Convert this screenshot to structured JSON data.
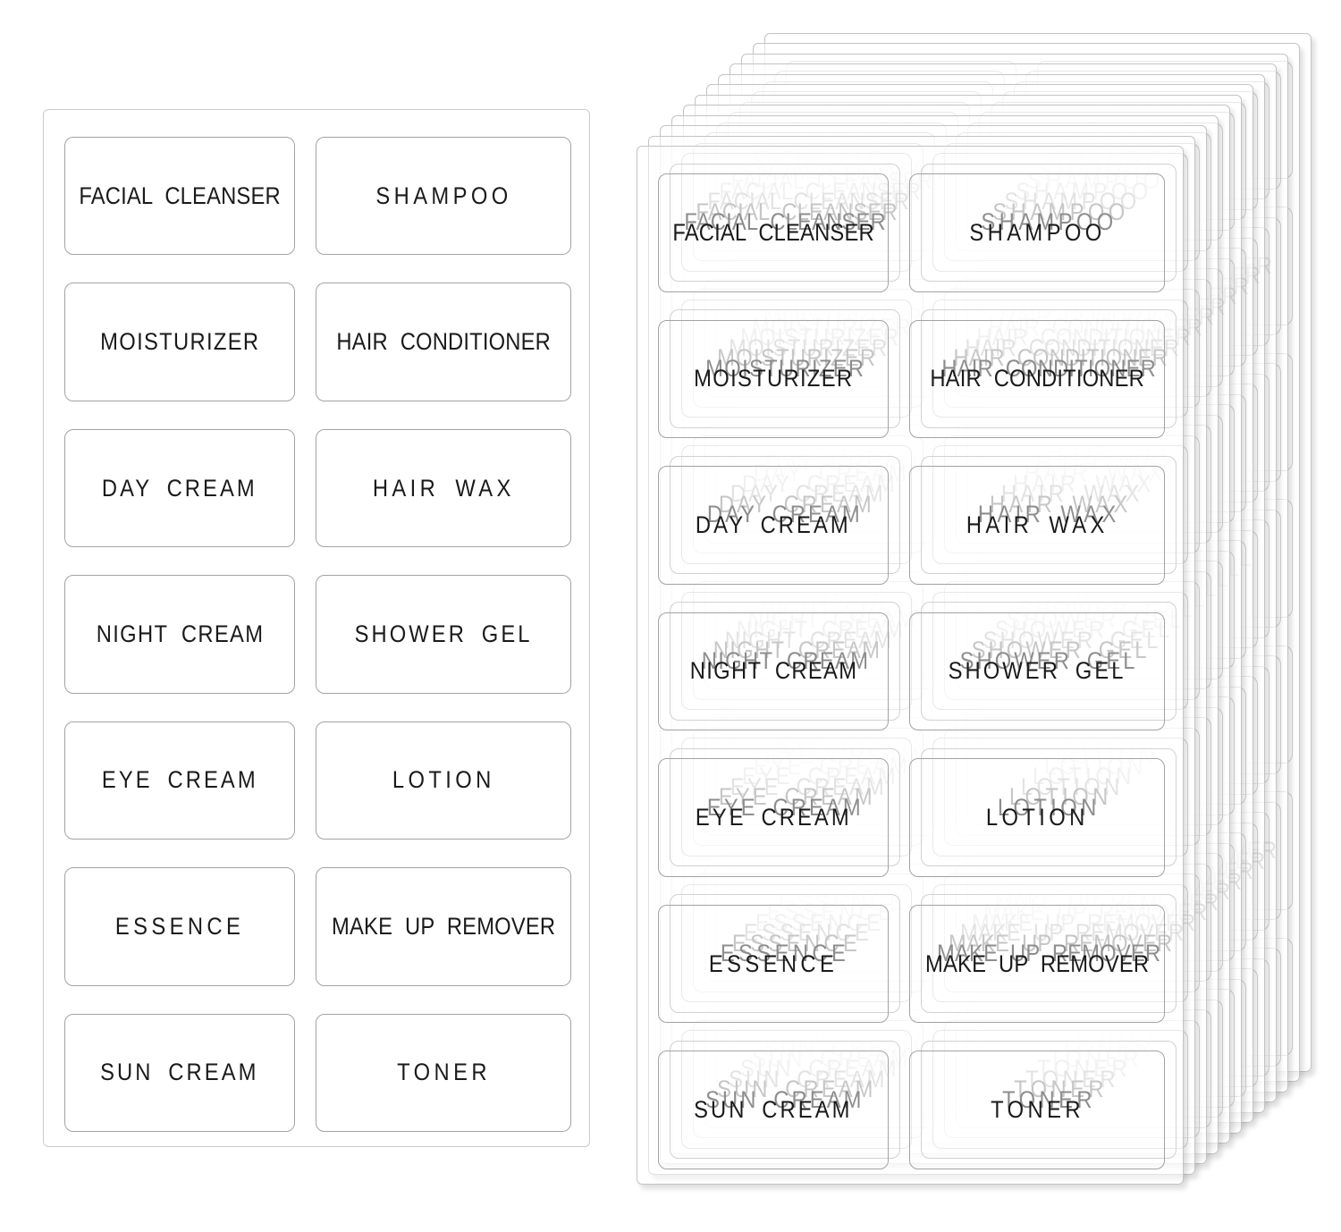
{
  "page": {
    "background": "#ffffff"
  },
  "labels": [
    "FACIAL CLEANSER",
    "SHAMPOO",
    "MOISTURIZER",
    "HAIR CONDITIONER",
    "DAY CREAM",
    "HAIR WAX",
    "NIGHT CREAM",
    "SHOWER GEL",
    "EYE CREAM",
    "LOTION",
    "ESSENCE",
    "MAKE UP REMOVER",
    "SUN CREAM",
    "TONER"
  ],
  "single_sheet": {
    "columns": 2,
    "rows": 7,
    "label_count": 14
  },
  "stack": {
    "sheet_count": 12
  },
  "colors": {
    "label_text": "#1a1a1a",
    "label_border": "#a3a3a3",
    "sheet_border": "#c4c4c4",
    "page_bg": "#ffffff"
  }
}
